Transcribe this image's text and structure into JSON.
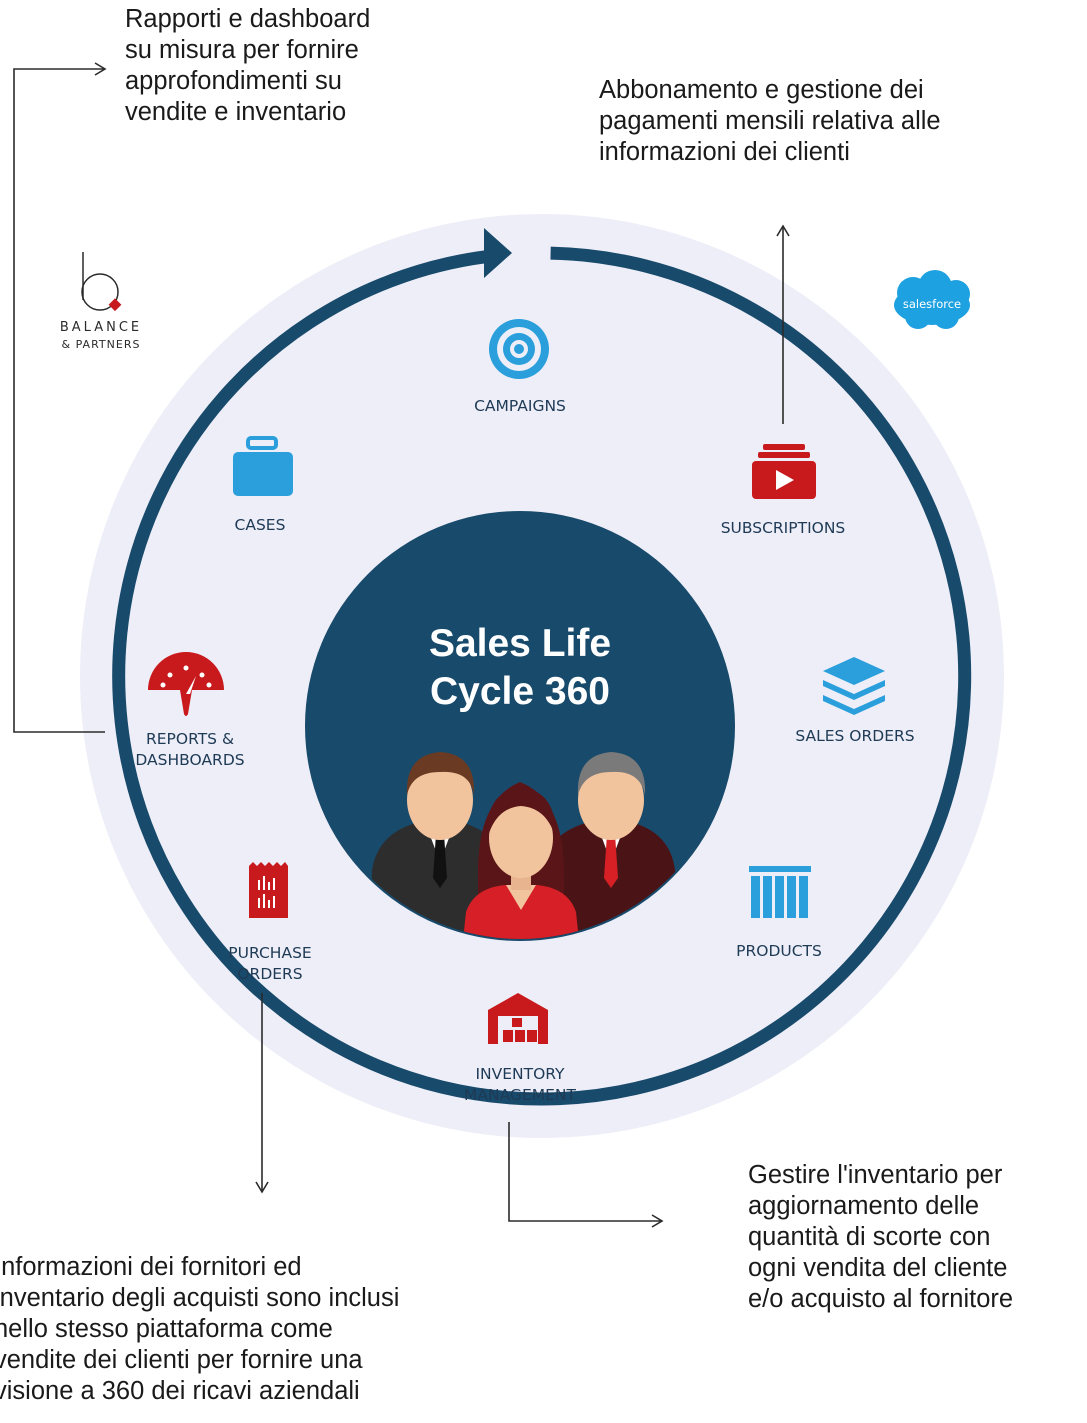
{
  "notes": {
    "reports": "Rapporti e dashboard\nsu misura per fornire\napprofondimenti su\nvendite e inventario",
    "subscriptions": "Abbonamento e gestione dei\npagamenti mensili relativa alle\ninformazioni dei clienti",
    "inventory": "Gestire l'inventario per\naggiornamento delle\nquantità di scorte con\nogni vendita del cliente\ne/o acquisto al fornitore",
    "purchase": "Informazioni  dei fornitori ed\ninventario degli acquisti sono inclusi\nnello stesso piattaforma come\nvendite dei clienti per fornire una\nvisione a 360 dei ricavi aziendali"
  },
  "center": {
    "title": "Sales Life\nCycle 360"
  },
  "labels": {
    "campaigns": "CAMPAIGNS",
    "subscriptions": "SUBSCRIPTIONS",
    "sales_orders": "SALES ORDERS",
    "products": "PRODUCTS",
    "inventory": "INVENTORY\nMANAGEMENT",
    "purchase": "PURCHASE\nORDERS",
    "reports": "REPORTS &\nDASHBOARDS",
    "cases": "CASES"
  },
  "logos": {
    "balance_line1": "BALANCE",
    "balance_line2": "& PARTNERS",
    "salesforce": "salesforce"
  },
  "colors": {
    "navy": "#184a6b",
    "ring_fill": "#eeeef8",
    "red": "#c8191c",
    "blue": "#2a9fdc"
  },
  "icons": [
    "target-icon",
    "video-subscription-icon",
    "layers-icon",
    "product-bars-icon",
    "warehouse-icon",
    "purchase-order-icon",
    "gauge-icon",
    "briefcase-icon",
    "people-icon",
    "salesforce-cloud-icon",
    "balance-logo-icon"
  ]
}
